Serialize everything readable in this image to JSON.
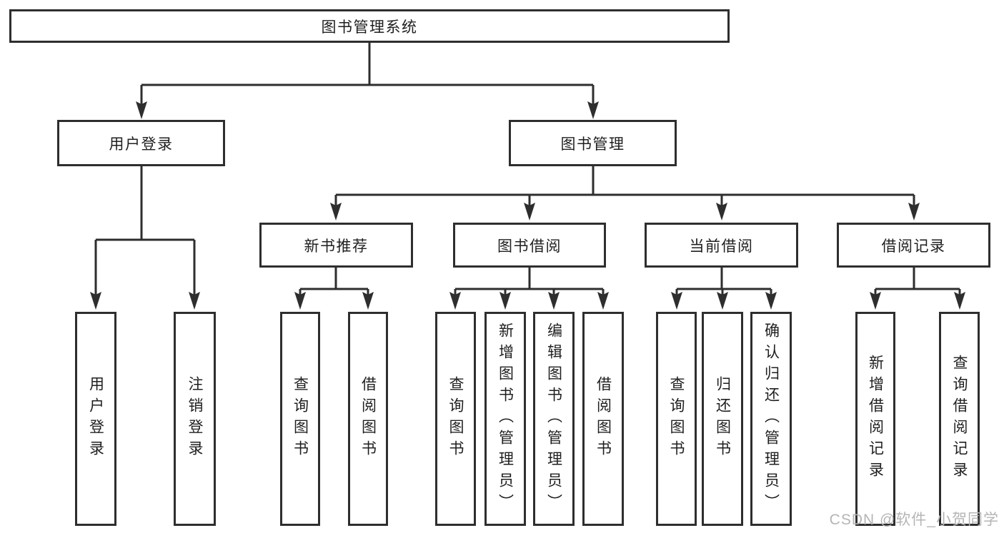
{
  "colors": {
    "line": "#2e2e2e",
    "text": "#1f1f1f",
    "box-bg": "#ffffff",
    "page-bg": "#ffffff",
    "watermark": "#b5b5b5"
  },
  "watermark": {
    "text": "CSDN @软件_小贺同学"
  },
  "tree": {
    "label": "图书管理系统",
    "children": [
      {
        "label": "用户登录",
        "children": [
          {
            "label": "用户登录"
          },
          {
            "label": "注销登录"
          }
        ]
      },
      {
        "label": "图书管理",
        "children": [
          {
            "label": "新书推荐",
            "children": [
              {
                "label": "查询图书"
              },
              {
                "label": "借阅图书"
              }
            ]
          },
          {
            "label": "图书借阅",
            "children": [
              {
                "label": "查询图书"
              },
              {
                "label": "新增图书（管理员）"
              },
              {
                "label": "编辑图书（管理员）"
              },
              {
                "label": "借阅图书"
              }
            ]
          },
          {
            "label": "当前借阅",
            "children": [
              {
                "label": "查询图书"
              },
              {
                "label": "归还图书"
              },
              {
                "label": "确认归还（管理员）"
              }
            ]
          },
          {
            "label": "借阅记录",
            "children": [
              {
                "label": "新增借阅记录"
              },
              {
                "label": "查询借阅记录"
              }
            ]
          }
        ]
      }
    ]
  }
}
